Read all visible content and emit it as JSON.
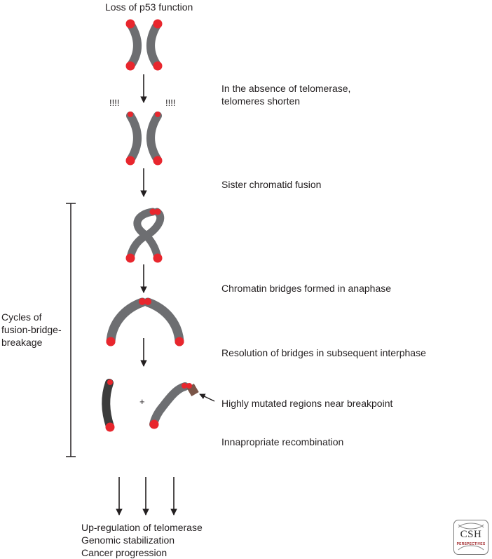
{
  "top_label": "Loss of p53 function",
  "stages": {
    "telomeres_shorten": [
      "In the absence of telomerase,",
      "telomeres shorten"
    ],
    "sister_fusion": "Sister chromatid fusion",
    "anaphase_bridges": "Chromatin bridges formed in anaphase",
    "bridge_resolution": "Resolution of  bridges in subsequent interphase",
    "mutated_regions": "Highly mutated regions near breakpoint",
    "recombination": "Innapropriate recombination"
  },
  "exclamation_marks": "!!!!",
  "plus_sign": "+",
  "cycle_label": [
    "Cycles of",
    "fusion-bridge-",
    "breakage"
  ],
  "outcomes": [
    "Up-regulation of telomerase",
    "Genomic stabilization",
    "Cancer progression"
  ],
  "logo": {
    "name": "CSH",
    "subtitle": "PERSPECTIVES"
  },
  "colors": {
    "telomere": "#e8262d",
    "chromatid": "#6d6e71",
    "chromatid_dark": "#3c3c3c",
    "mutated_region": "#7a5548",
    "text": "#231f20"
  }
}
